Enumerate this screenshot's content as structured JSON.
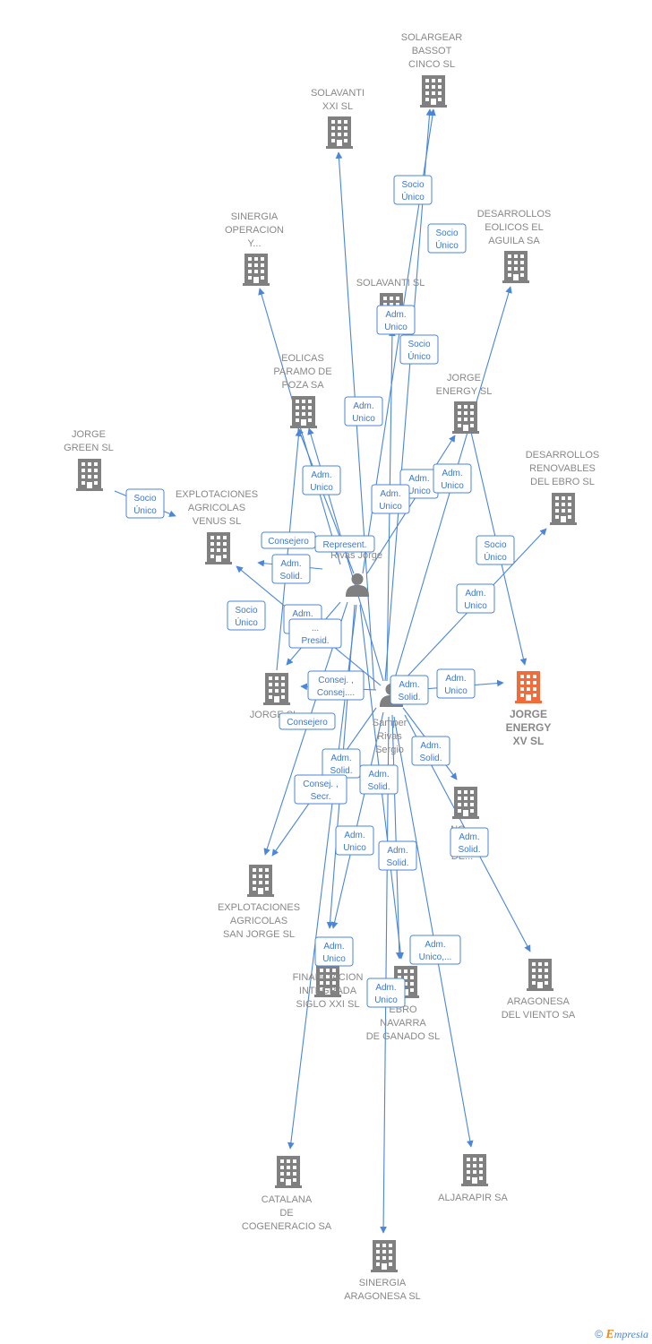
{
  "colors": {
    "edge": "#4a86d9",
    "company": "#808080",
    "focus_company": "#f26b3a",
    "person": "#808080"
  },
  "nodes": [
    {
      "id": "solargear",
      "type": "company",
      "lines": [
        "SOLARGEAR",
        "BASSOT",
        "CINCO SL"
      ]
    },
    {
      "id": "solavanti_xxi",
      "type": "company",
      "lines": [
        "SOLAVANTI",
        "XXI SL"
      ]
    },
    {
      "id": "sinergia_op",
      "type": "company",
      "lines": [
        "SINERGIA",
        "OPERACION",
        "Y..."
      ]
    },
    {
      "id": "desarrollos_eolicos",
      "type": "company",
      "lines": [
        "DESARROLLOS",
        "EOLICOS EL",
        "AGUILA SA"
      ]
    },
    {
      "id": "solavanti_sl",
      "type": "company",
      "lines": [
        "SOLAVANTI SL"
      ]
    },
    {
      "id": "eolicas",
      "type": "company",
      "lines": [
        "EOLICAS",
        "PARAMO DE",
        "POZA SA"
      ]
    },
    {
      "id": "jorge_energy",
      "type": "company",
      "lines": [
        "JORGE",
        "ENERGY SL"
      ]
    },
    {
      "id": "jorge_green",
      "type": "company",
      "lines": [
        "JORGE",
        "GREEN  SL"
      ]
    },
    {
      "id": "explot_venus",
      "type": "company",
      "lines": [
        "EXPLOTACIONES",
        "AGRICOLAS",
        "VENUS  SL"
      ]
    },
    {
      "id": "desarrollos_renov",
      "type": "company",
      "lines": [
        "DESARROLLOS",
        "RENOVABLES",
        "DEL EBRO SL"
      ]
    },
    {
      "id": "rivas_jorge",
      "type": "person",
      "lines": [
        "Rivas Jorge"
      ]
    },
    {
      "id": "jorge_sl",
      "type": "company",
      "lines": [
        "JORGE SL"
      ]
    },
    {
      "id": "samper",
      "type": "person",
      "lines": [
        "Samper",
        "Rivas",
        "Sergio"
      ]
    },
    {
      "id": "jorge_energy_xv",
      "type": "focus",
      "lines": [
        "JORGE",
        "ENERGY",
        "XV  SL"
      ]
    },
    {
      "id": "nogana",
      "type": "company",
      "lines": [
        "NO...",
        "GA...",
        "DE..."
      ]
    },
    {
      "id": "explot_san_jorge",
      "type": "company",
      "lines": [
        "EXPLOTACIONES",
        "AGRICOLAS",
        "SAN JORGE SL"
      ]
    },
    {
      "id": "financiacion",
      "type": "company",
      "lines": [
        "FINANCIACION",
        "INTEGRADA",
        "SIGLO XXI  SL"
      ]
    },
    {
      "id": "ebro_navarra",
      "type": "company",
      "lines": [
        "EBRO",
        "NAVARRA",
        "DE GANADO SL"
      ]
    },
    {
      "id": "aragonesa_viento",
      "type": "company",
      "lines": [
        "ARAGONESA",
        "DEL VIENTO SA"
      ]
    },
    {
      "id": "catalana",
      "type": "company",
      "lines": [
        "CATALANA",
        "DE",
        "COGENERACIO SA"
      ]
    },
    {
      "id": "aljarapir",
      "type": "company",
      "lines": [
        "ALJARAPIR SA"
      ]
    },
    {
      "id": "sinergia_aragonesa",
      "type": "company",
      "lines": [
        "SINERGIA",
        "ARAGONESA SL"
      ]
    }
  ],
  "edges": [
    {
      "from": "samper",
      "to": "solargear"
    },
    {
      "from": "rivas_jorge",
      "to": "solargear"
    },
    {
      "from": "rivas_jorge",
      "to": "solavanti_xxi"
    },
    {
      "from": "rivas_jorge",
      "to": "sinergia_op"
    },
    {
      "from": "samper",
      "to": "desarrollos_eolicos"
    },
    {
      "from": "samper",
      "to": "solavanti_sl"
    },
    {
      "from": "samper",
      "to": "eolicas"
    },
    {
      "from": "rivas_jorge",
      "to": "eolicas"
    },
    {
      "from": "rivas_jorge",
      "to": "jorge_energy"
    },
    {
      "from": "jorge_green",
      "to": "explot_venus"
    },
    {
      "from": "rivas_jorge",
      "to": "explot_venus"
    },
    {
      "from": "samper",
      "to": "explot_venus"
    },
    {
      "from": "samper",
      "to": "desarrollos_renov"
    },
    {
      "from": "jorge_energy",
      "to": "jorge_energy_xv"
    },
    {
      "from": "samper",
      "to": "jorge_energy_xv"
    },
    {
      "from": "rivas_jorge",
      "to": "jorge_sl"
    },
    {
      "from": "samper",
      "to": "jorge_sl"
    },
    {
      "from": "jorge_sl",
      "to": "eolicas"
    },
    {
      "from": "samper",
      "to": "nogana"
    },
    {
      "from": "rivas_jorge",
      "to": "explot_san_jorge"
    },
    {
      "from": "samper",
      "to": "explot_san_jorge"
    },
    {
      "from": "rivas_jorge",
      "to": "financiacion"
    },
    {
      "from": "samper",
      "to": "financiacion"
    },
    {
      "from": "rivas_jorge",
      "to": "ebro_navarra"
    },
    {
      "from": "samper",
      "to": "ebro_navarra"
    },
    {
      "from": "samper",
      "to": "aragonesa_viento"
    },
    {
      "from": "rivas_jorge",
      "to": "catalana"
    },
    {
      "from": "samper",
      "to": "aljarapir"
    },
    {
      "from": "samper",
      "to": "sinergia_aragonesa"
    }
  ],
  "relations": [
    {
      "lines": [
        "Socio",
        "Único"
      ]
    },
    {
      "lines": [
        "Socio",
        "Único"
      ]
    },
    {
      "lines": [
        "Adm.",
        "Unico"
      ]
    },
    {
      "lines": [
        "Socio",
        "Único"
      ]
    },
    {
      "lines": [
        "Adm.",
        "Unico"
      ]
    },
    {
      "lines": [
        "Adm.",
        "Unico"
      ]
    },
    {
      "lines": [
        "Adm.",
        "Unico"
      ]
    },
    {
      "lines": [
        "Adm.",
        "Unico"
      ]
    },
    {
      "lines": [
        "Adm.",
        "Unico"
      ]
    },
    {
      "lines": [
        "Socio",
        "Único"
      ]
    },
    {
      "lines": [
        "Consejero"
      ]
    },
    {
      "lines": [
        "Represent."
      ]
    },
    {
      "lines": [
        "Adm.",
        "Solid."
      ]
    },
    {
      "lines": [
        "Socio",
        "Único"
      ]
    },
    {
      "lines": [
        "Adm.",
        "Unico"
      ]
    },
    {
      "lines": [
        "Socio",
        "Único"
      ]
    },
    {
      "lines": [
        "Adm.",
        "Solid."
      ]
    },
    {
      "lines": [
        "...",
        "Presid."
      ]
    },
    {
      "lines": [
        "Consej. ,",
        "Consej...."
      ]
    },
    {
      "lines": [
        "Adm.",
        "Solid."
      ]
    },
    {
      "lines": [
        "Adm.",
        "Unico"
      ]
    },
    {
      "lines": [
        "Consejero"
      ]
    },
    {
      "lines": [
        "Adm.",
        "Solid."
      ]
    },
    {
      "lines": [
        "Adm.",
        "Solid."
      ]
    },
    {
      "lines": [
        "Adm.",
        "Solid."
      ]
    },
    {
      "lines": [
        "Consej. ,",
        "Secr."
      ]
    },
    {
      "lines": [
        "Adm.",
        "Unico"
      ]
    },
    {
      "lines": [
        "Adm.",
        "Solid."
      ]
    },
    {
      "lines": [
        "Adm.",
        "Solid."
      ]
    },
    {
      "lines": [
        "Adm.",
        "Unico"
      ]
    },
    {
      "lines": [
        "Adm.",
        "Unico,..."
      ]
    },
    {
      "lines": [
        "Adm.",
        "Unico"
      ]
    }
  ],
  "footer": {
    "copyright": "©",
    "brand_first": "E",
    "brand_rest": "mpresia"
  }
}
